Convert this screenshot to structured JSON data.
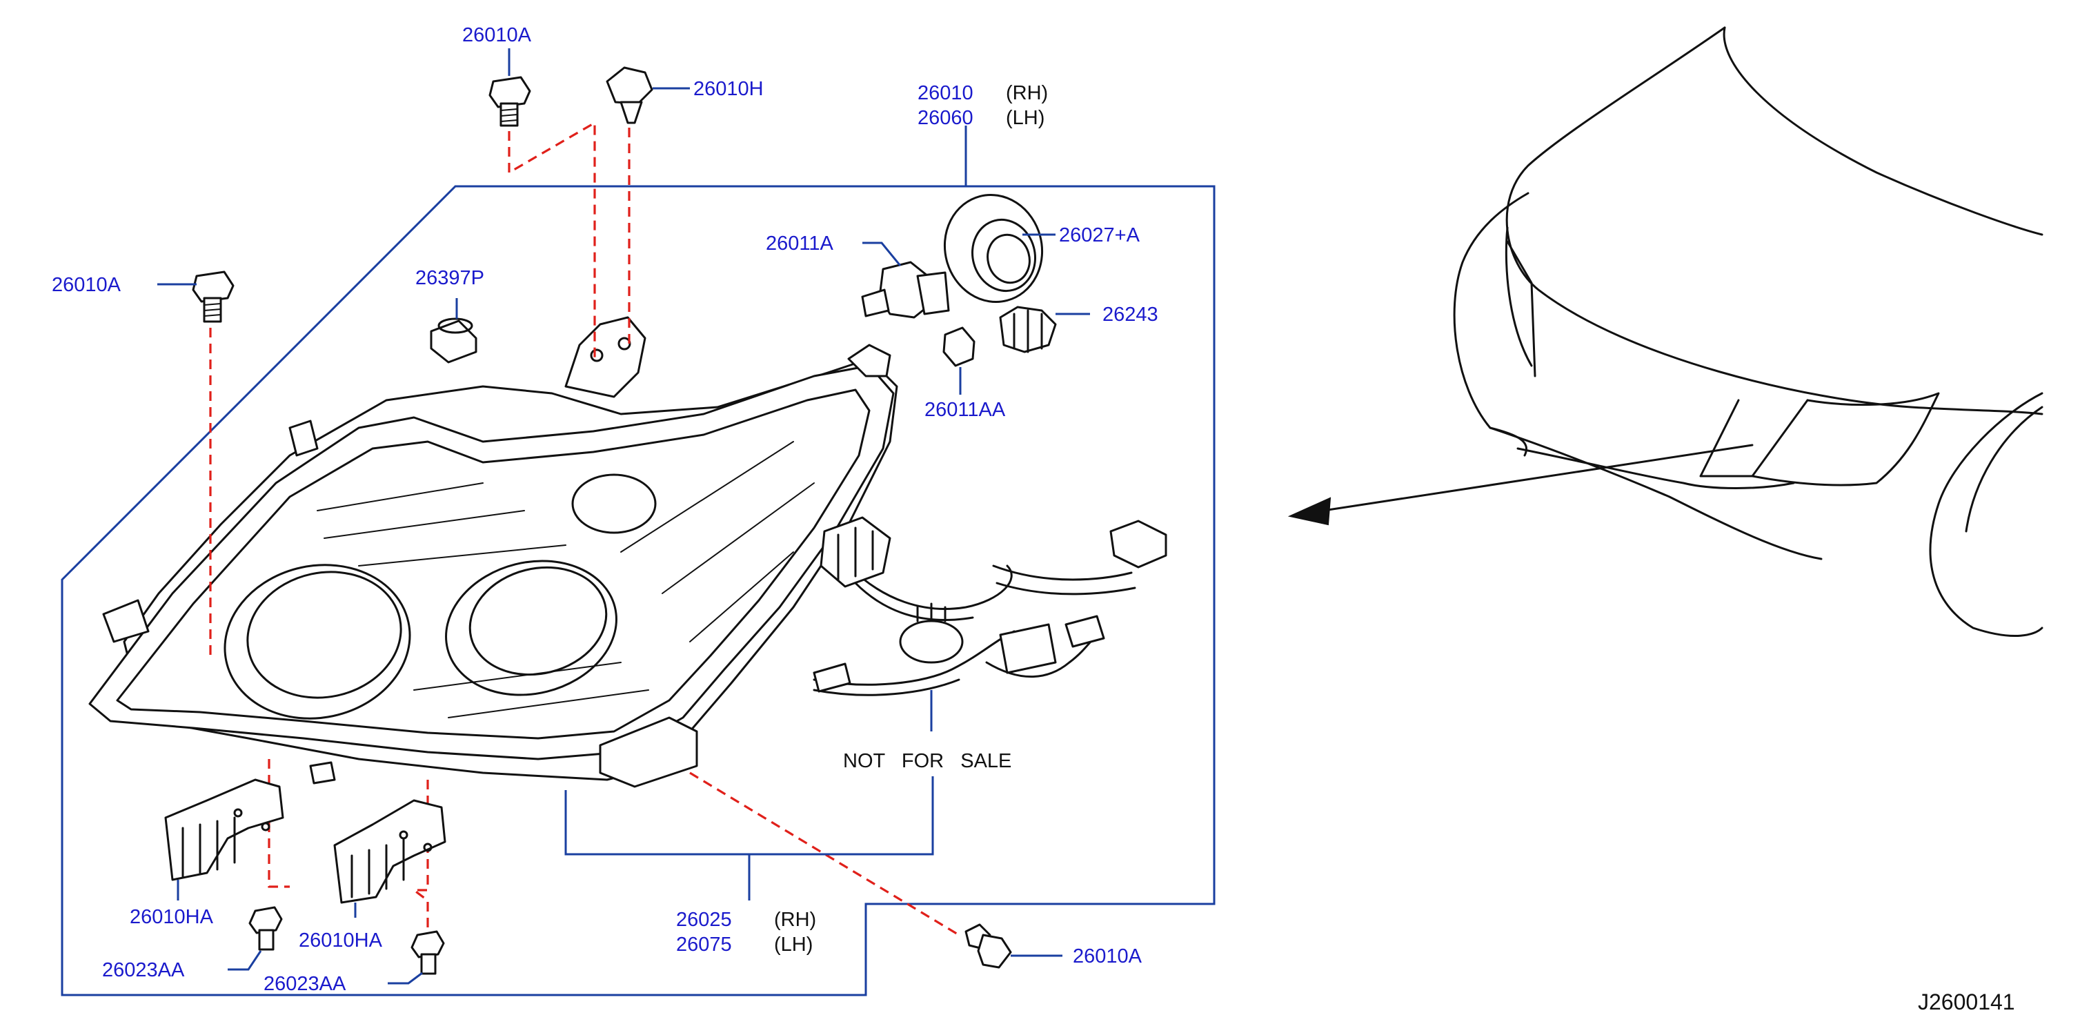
{
  "parts": {
    "bolt_top": "26010A",
    "clip_top": "26010H",
    "headlamp_rh": "26010",
    "headlamp_lh": "26060",
    "side_rh": "(RH)",
    "side_lh": "(LH)",
    "bulb_main": "26011A",
    "cap": "26027+A",
    "bolt_left": "26010A",
    "bulb_socket": "26243",
    "cap_small": "26397P",
    "bulb_small": "26011AA",
    "harness_note": "NOT   FOR   SALE",
    "harness_rh": "26025",
    "harness_lh": "26075",
    "harness_side_rh": "(RH)",
    "harness_side_lh": "(LH)",
    "bolt_right": "26010A",
    "bracket_left": "26010HA",
    "bracket_right": "26010HA",
    "screw_left": "26023AA",
    "screw_right": "26023AA"
  },
  "diagram_id": "J2600141",
  "icons": [
    "bolt-icon",
    "clip-icon",
    "bulb-icon",
    "bulb-socket-icon",
    "bracket-icon",
    "headlamp-assembly",
    "wire-harness",
    "vehicle-front-view",
    "arrow-icon"
  ],
  "colors": {
    "label": "#1a1acc",
    "leader": "#1a3fa0",
    "dashed": "#e0201a",
    "ink": "#111111"
  }
}
